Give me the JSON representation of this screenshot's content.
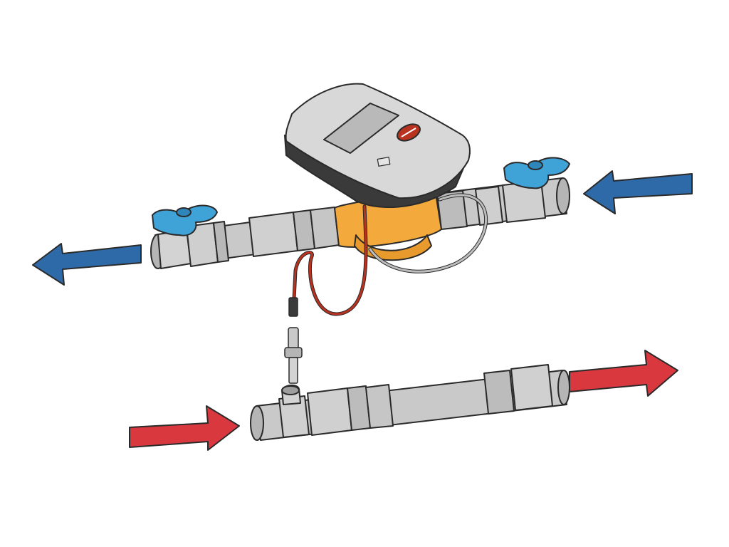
{
  "diagram": {
    "arrows": [
      {
        "name": "return-outlet",
        "color": "#2f6aa8",
        "direction": "left"
      },
      {
        "name": "return-inlet",
        "color": "#2f6aa8",
        "direction": "left"
      },
      {
        "name": "flow-inlet",
        "color": "#d9383f",
        "direction": "right"
      },
      {
        "name": "flow-outlet",
        "color": "#d9383f",
        "direction": "right"
      }
    ],
    "colors": {
      "pipe": "#c9c9c9",
      "meter_body": "#f3a93b",
      "valve_handle": "#3fa3d8",
      "display_housing": "#d8d8d8",
      "display_base": "#3a3a3a",
      "sensor_cable_red": "#b8321f",
      "cable_grey": "#bdbdbd"
    },
    "icons": [
      "heat-meter-icon",
      "ball-valve-icon",
      "temperature-sensor-icon",
      "flow-arrow-icon"
    ]
  }
}
